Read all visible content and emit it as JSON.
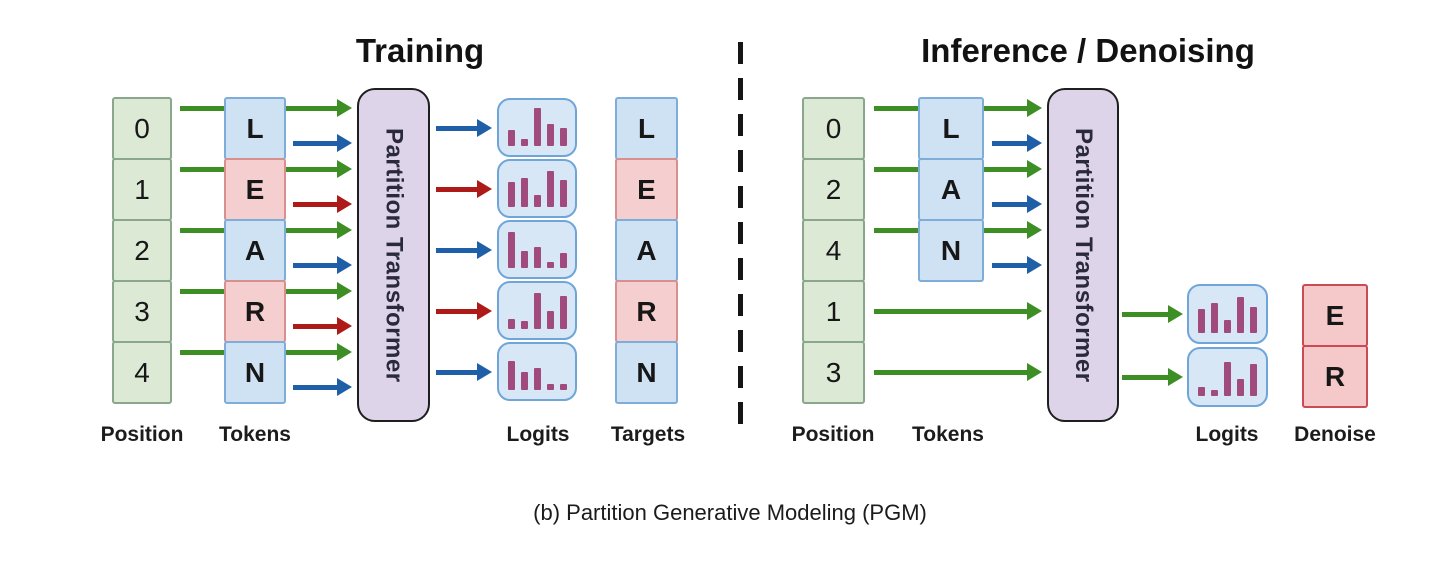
{
  "caption": "(b) Partition Generative Modeling (PGM)",
  "colors": {
    "green_arrow": "#3e8e26",
    "blue_arrow": "#1f5fa8",
    "red_arrow": "#ad1a17"
  },
  "training": {
    "title": "Training",
    "transformer_label": "Partition Transformer",
    "positions": [
      "0",
      "1",
      "2",
      "3",
      "4"
    ],
    "tokens": [
      {
        "label": "L",
        "color": "blue"
      },
      {
        "label": "E",
        "color": "red"
      },
      {
        "label": "A",
        "color": "blue"
      },
      {
        "label": "R",
        "color": "red"
      },
      {
        "label": "N",
        "color": "blue"
      }
    ],
    "logits_bars": [
      [
        0.4,
        0.18,
        0.95,
        0.55,
        0.45
      ],
      [
        0.62,
        0.72,
        0.3,
        0.9,
        0.68
      ],
      [
        0.9,
        0.42,
        0.52,
        0.15,
        0.38
      ],
      [
        0.25,
        0.2,
        0.9,
        0.45,
        0.82
      ],
      [
        0.72,
        0.45,
        0.55,
        0.15,
        0.15
      ]
    ],
    "targets": [
      {
        "label": "L",
        "color": "blue"
      },
      {
        "label": "E",
        "color": "red"
      },
      {
        "label": "A",
        "color": "blue"
      },
      {
        "label": "R",
        "color": "red"
      },
      {
        "label": "N",
        "color": "blue"
      }
    ],
    "labels": {
      "position": "Position",
      "tokens": "Tokens",
      "logits": "Logits",
      "targets": "Targets"
    }
  },
  "inference": {
    "title": "Inference / Denoising",
    "transformer_label": "Partition Transformer",
    "positions": [
      "0",
      "2",
      "4",
      "1",
      "3"
    ],
    "tokens": [
      {
        "label": "L",
        "color": "blue"
      },
      {
        "label": "A",
        "color": "blue"
      },
      {
        "label": "N",
        "color": "blue"
      }
    ],
    "masked_position_rows": [
      3,
      4
    ],
    "logits_bars": [
      [
        0.6,
        0.75,
        0.33,
        0.9,
        0.65
      ],
      [
        0.22,
        0.15,
        0.85,
        0.42,
        0.8
      ]
    ],
    "denoise": [
      {
        "label": "E",
        "color": "denoise"
      },
      {
        "label": "R",
        "color": "denoise"
      }
    ],
    "labels": {
      "position": "Position",
      "tokens": "Tokens",
      "logits": "Logits",
      "denoise": "Denoise"
    }
  }
}
